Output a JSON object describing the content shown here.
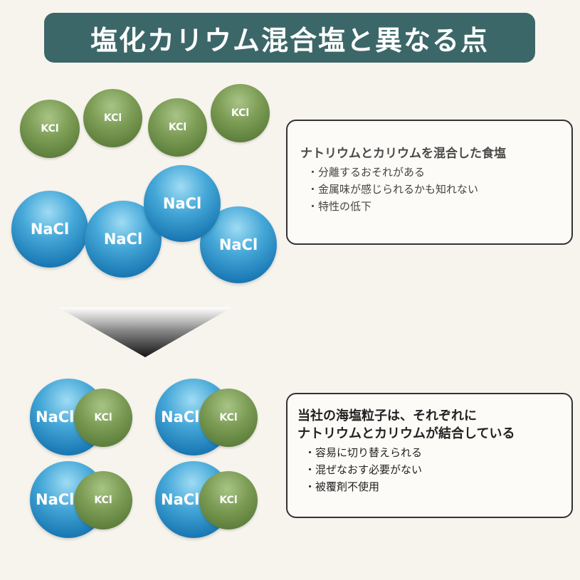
{
  "title": "塩化カリウム混合塩と異なる点",
  "molecules": {
    "kcl_label": "KCl",
    "nacl_label": "NaCl"
  },
  "box_mixed": {
    "heading": "ナトリウムとカリウムを混合した食塩",
    "bullets": [
      "分離するおそれがある",
      "金属味が感じられるかも知れない",
      "特性の低下"
    ]
  },
  "box_ours": {
    "heading_line1": "当社の海塩粒子は、それぞれに",
    "heading_line2": "ナトリウムとカリウムが結合している",
    "bullets": [
      "容易に切り替えられる",
      "混ぜなおす必要がない",
      "被覆剤不使用"
    ]
  },
  "colors": {
    "banner": "#3c6768",
    "kcl": "#7e9e57",
    "nacl": "#1a79b4",
    "background": "#f7f4ee"
  }
}
